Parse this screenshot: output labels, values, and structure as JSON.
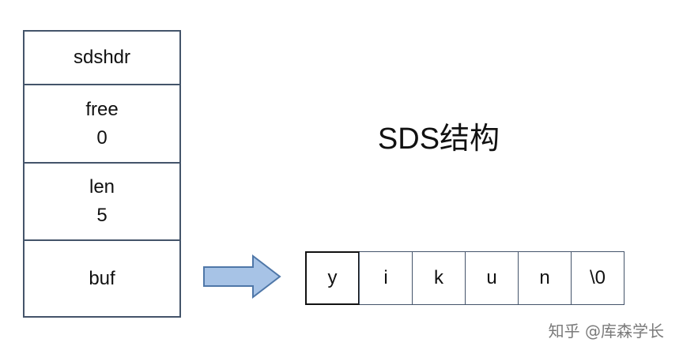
{
  "structure": {
    "rows": [
      {
        "label": "sdshdr",
        "value": ""
      },
      {
        "label": "free",
        "value": "0"
      },
      {
        "label": "len",
        "value": "5"
      },
      {
        "label": "buf",
        "value": ""
      }
    ]
  },
  "title": "SDS结构",
  "buffer": {
    "chars": [
      "y",
      "i",
      "k",
      "u",
      "n",
      "\\0"
    ]
  },
  "watermark": "知乎 @库森学长",
  "colors": {
    "border": "#44546a",
    "arrow_fill": "#a7c3e6",
    "arrow_stroke": "#4f77a8",
    "text": "#111111"
  }
}
